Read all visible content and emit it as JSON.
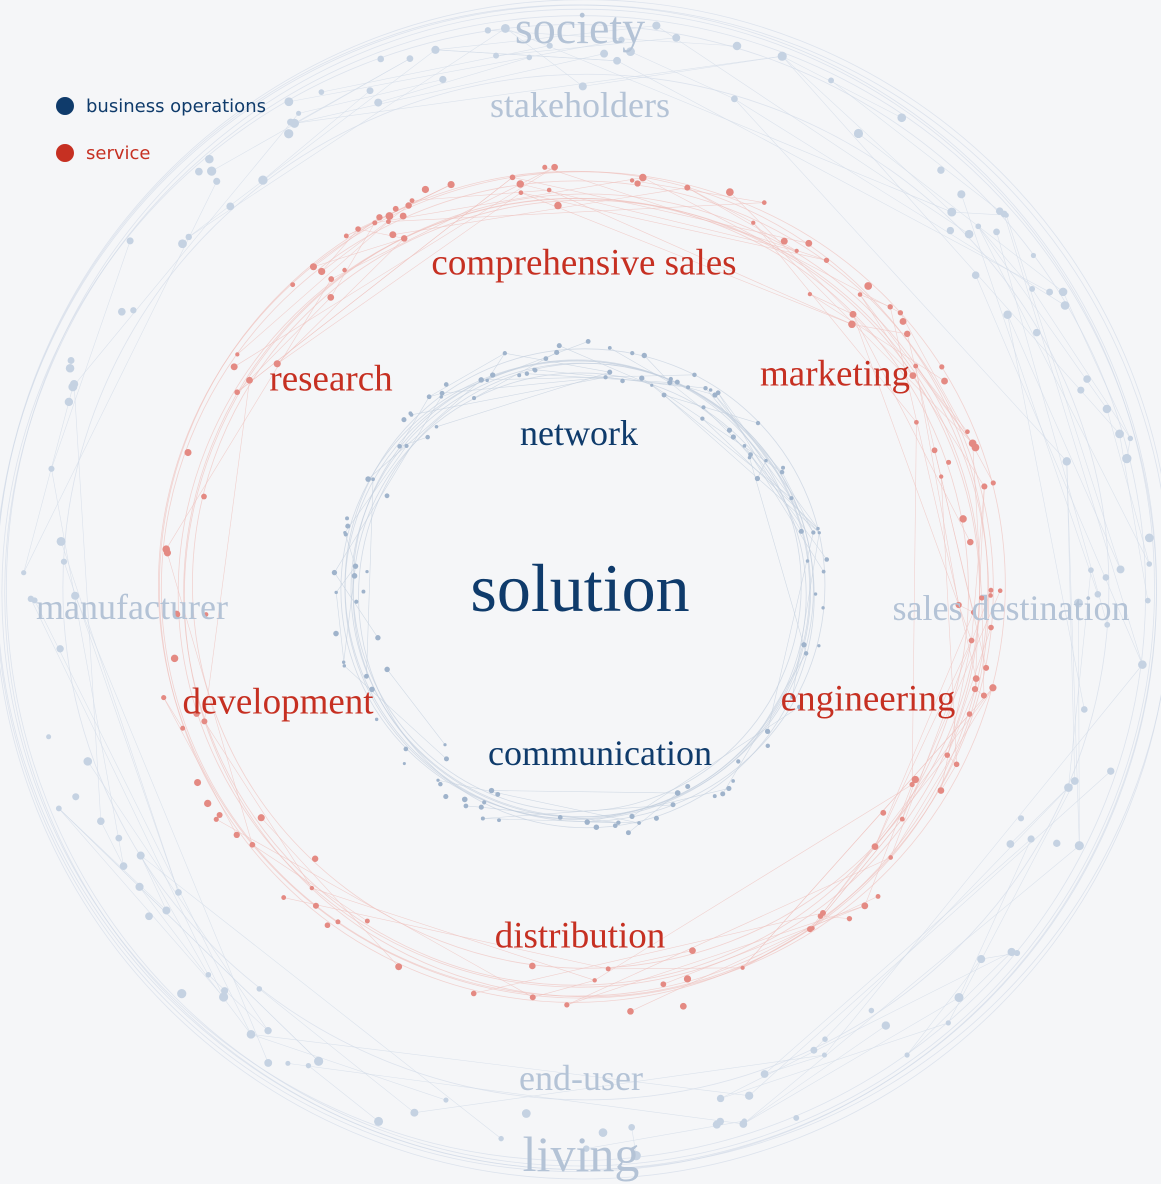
{
  "legend": {
    "business_operations": {
      "label": "business operations",
      "color": "#0f3b6b"
    },
    "service": {
      "label": "service",
      "color": "#c63022"
    }
  },
  "diagram": {
    "center": "solution",
    "outer_ring": {
      "top": "society",
      "top_inner": "stakeholders",
      "left": "manufacturer",
      "right": "sales destination",
      "bottom_inner": "end-user",
      "bottom": "living"
    },
    "service_ring": {
      "top": "comprehensive sales",
      "upper_left": "research",
      "upper_right": "marketing",
      "lower_left": "development",
      "lower_right": "engineering",
      "bottom": "distribution"
    },
    "operations_ring": {
      "top": "network",
      "bottom": "communication"
    }
  },
  "colors": {
    "background": "#f5f6f8",
    "outer_nodes": "#c5d2e2",
    "service_nodes": "#e48a83",
    "operations_nodes": "#9fb3cb"
  }
}
